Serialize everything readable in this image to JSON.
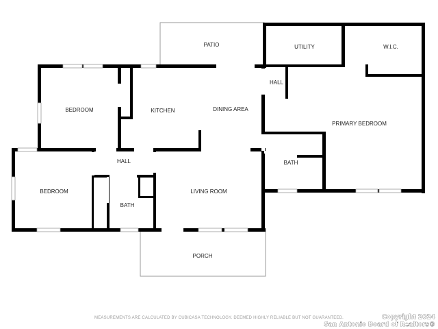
{
  "rooms": {
    "patio": "PATIO",
    "utility": "UTILITY",
    "wic": "W.I.C.",
    "hall_top": "HALL",
    "bedroom_top": "BEDROOM",
    "kitchen": "KITCHEN",
    "dining": "DINING AREA",
    "primary_bedroom": "PRIMARY BEDROOM",
    "hall_center": "HALL",
    "bath_right": "BATH",
    "bedroom_left": "BEDROOM",
    "living_room": "LIVING ROOM",
    "bath_center": "BATH",
    "porch": "PORCH"
  },
  "footer": {
    "disclaimer": "MEASUREMENTS ARE CALCULATED BY CUBICASA TECHNOLOGY. DEEMED HIGHLY RELIABLE BUT NOT GUARANTEED.",
    "copyright_line1": "Copyright 2024",
    "copyright_line2": "San Antonio Board of Realtors®"
  },
  "colors": {
    "wall": "#000000",
    "outline": "#9a9a9a",
    "background": "#ffffff"
  }
}
